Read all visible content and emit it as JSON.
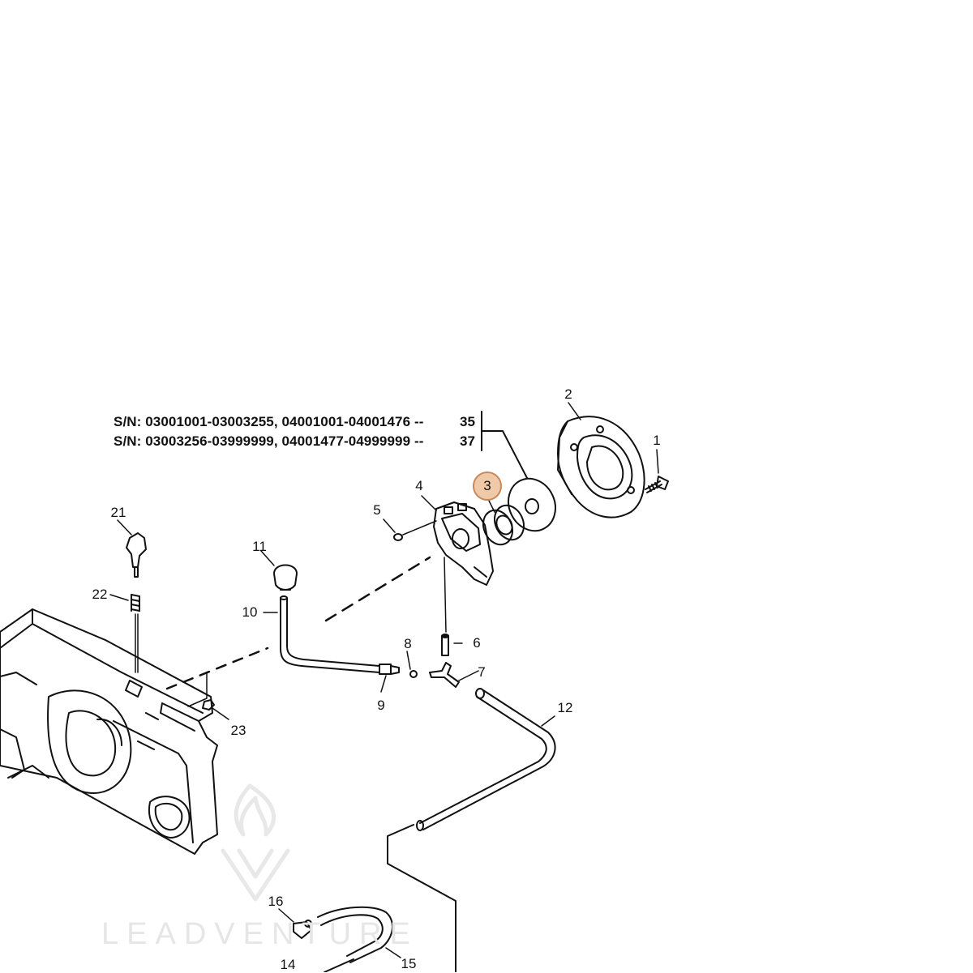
{
  "serial_notes": [
    {
      "text": "S/N: 03001001-03003255, 04001001-04001476 --",
      "ref": "35"
    },
    {
      "text": "S/N: 03003256-03999999, 04001477-04999999 --",
      "ref": "37"
    }
  ],
  "callouts": [
    {
      "id": "1",
      "label": "1"
    },
    {
      "id": "2",
      "label": "2"
    },
    {
      "id": "3",
      "label": "3",
      "highlighted": true
    },
    {
      "id": "4",
      "label": "4"
    },
    {
      "id": "5",
      "label": "5"
    },
    {
      "id": "6",
      "label": "6"
    },
    {
      "id": "7",
      "label": "7"
    },
    {
      "id": "8",
      "label": "8"
    },
    {
      "id": "9",
      "label": "9"
    },
    {
      "id": "10",
      "label": "10"
    },
    {
      "id": "11",
      "label": "11"
    },
    {
      "id": "12",
      "label": "12"
    },
    {
      "id": "14",
      "label": "14"
    },
    {
      "id": "15",
      "label": "15"
    },
    {
      "id": "16",
      "label": "16"
    },
    {
      "id": "21",
      "label": "21"
    },
    {
      "id": "22",
      "label": "22"
    },
    {
      "id": "23",
      "label": "23"
    }
  ],
  "watermark": {
    "text": "LEADVENTURE"
  },
  "colors": {
    "line": "#111111",
    "highlight_fill": "#f0c9a8",
    "highlight_stroke": "#c8895a",
    "watermark": "#e6e6e6"
  }
}
